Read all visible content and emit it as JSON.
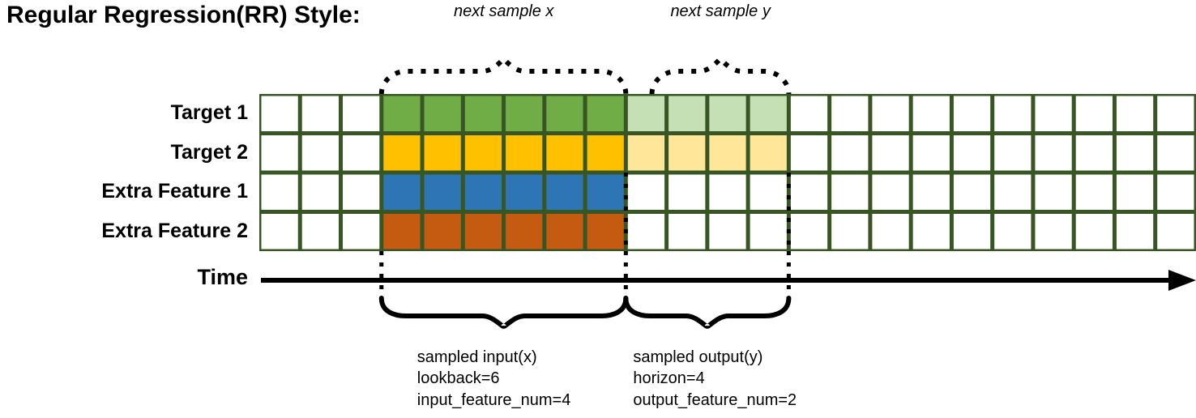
{
  "title": "Regular Regression(RR) Style:",
  "rows": [
    {
      "label": "Target 1",
      "name": "target-1"
    },
    {
      "label": "Target 2",
      "name": "target-2"
    },
    {
      "label": "Extra Feature 1",
      "name": "extra-feature-1"
    },
    {
      "label": "Extra Feature 2",
      "name": "extra-feature-2"
    }
  ],
  "axis": {
    "label": "Time"
  },
  "top_braces": [
    {
      "label": "next sample x",
      "name": "next-sample-x"
    },
    {
      "label": "next sample y",
      "name": "next-sample-y"
    }
  ],
  "bottom_captions": [
    {
      "name": "sampled-input",
      "line1": "sampled input(x)",
      "line2": "lookback=6",
      "line3": "input_feature_num=4"
    },
    {
      "name": "sampled-output",
      "line1": "sampled output(y)",
      "line2": "horizon=4",
      "line3": "output_feature_num=2"
    }
  ],
  "grid": {
    "columns": 23,
    "rows": 4,
    "input_start_col": 3,
    "input_end_col": 9,
    "output_start_col": 9,
    "output_end_col": 13,
    "fills": [
      [
        "none",
        "none",
        "none",
        "green",
        "green",
        "green",
        "green",
        "green",
        "green",
        "green-light",
        "green-light",
        "green-light",
        "green-light",
        "none",
        "none",
        "none",
        "none",
        "none",
        "none",
        "none",
        "none",
        "none",
        "none"
      ],
      [
        "none",
        "none",
        "none",
        "gold",
        "gold",
        "gold",
        "gold",
        "gold",
        "gold",
        "gold-light",
        "gold-light",
        "gold-light",
        "gold-light",
        "none",
        "none",
        "none",
        "none",
        "none",
        "none",
        "none",
        "none",
        "none",
        "none"
      ],
      [
        "none",
        "none",
        "none",
        "blue",
        "blue",
        "blue",
        "blue",
        "blue",
        "blue",
        "none",
        "none",
        "none",
        "none",
        "none",
        "none",
        "none",
        "none",
        "none",
        "none",
        "none",
        "none",
        "none",
        "none"
      ],
      [
        "none",
        "none",
        "none",
        "orange",
        "orange",
        "orange",
        "orange",
        "orange",
        "orange",
        "none",
        "none",
        "none",
        "none",
        "none",
        "none",
        "none",
        "none",
        "none",
        "none",
        "none",
        "none",
        "none",
        "none"
      ]
    ]
  },
  "colors": {
    "border": "#375623",
    "green": "#70AD47",
    "green-light": "#C5E0B4",
    "gold": "#FFC000",
    "gold-light": "#FFE699",
    "blue": "#2E75B6",
    "orange": "#C55A11",
    "none": "#FFFFFF",
    "ink": "#000000"
  }
}
